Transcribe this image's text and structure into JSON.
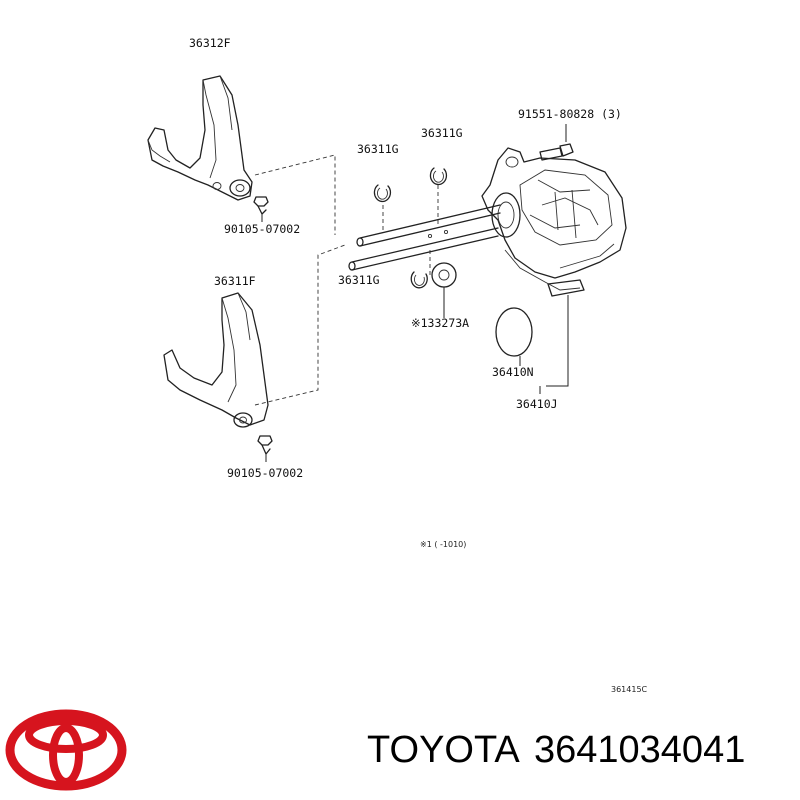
{
  "labels": {
    "fork_upper": "36312F",
    "bolt_right": "91551-80828 (3)",
    "ring_1": "36311G",
    "ring_2": "36311G",
    "bolt_upper": "90105-07002",
    "fork_lower": "36311F",
    "ring_3": "36311G",
    "seal": "※133273A",
    "oring": "36410N",
    "actuator": "36410J",
    "bolt_lower": "90105-07002",
    "footnote": "※1 (     -1010)",
    "figure_code": "361415C"
  },
  "brand": {
    "name": "TOYOTA",
    "part_number": "3641034041",
    "logo_color": "#d6141e"
  }
}
